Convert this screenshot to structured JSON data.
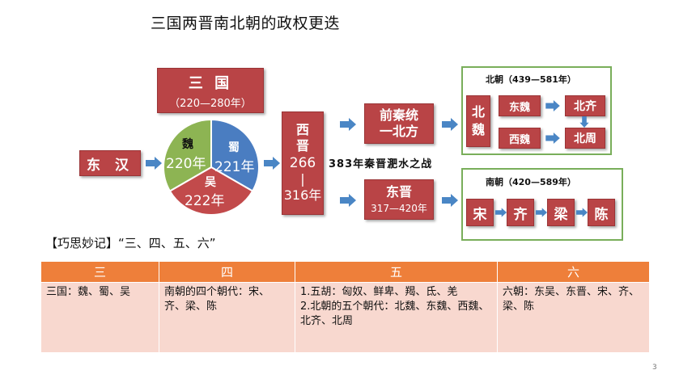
{
  "title": "三国两晋南北朝的政权更迭",
  "boxes": {
    "sanguo": {
      "name": "三 国",
      "years": "（220—280年）"
    },
    "donghan": "东 汉",
    "xijin": {
      "name1": "西",
      "name2": "晋",
      "start": "266",
      "sep": "|",
      "end": "316年"
    },
    "qianqin": {
      "line1": "前秦统",
      "line2": "一北方"
    },
    "dongjin": {
      "name": "东晋",
      "years": "317—420年"
    },
    "beiwei": {
      "line1": "北",
      "line2": "魏"
    },
    "dongwei": "东魏",
    "xiwei": "西魏",
    "beiqi": "北齐",
    "beizhou": "北周",
    "song": "宋",
    "qi": "齐",
    "liang": "梁",
    "chen": "陈"
  },
  "pie": {
    "wei": {
      "name": "魏",
      "year": "220年"
    },
    "shu": {
      "name": "蜀",
      "year": "221年"
    },
    "wu": {
      "name": "吴",
      "year": "222年"
    },
    "colors": {
      "wei": "#8db453",
      "shu": "#4a7dc1",
      "wu": "#c24a4b"
    }
  },
  "panels": {
    "north": "北朝（439—581年）",
    "south": "南朝（420—589年）"
  },
  "battle_note": "383年秦晋淝水之战",
  "mnemonic": "【巧思妙记】“三、四、五、六”",
  "table": {
    "headers": [
      "三",
      "四",
      "五",
      "六"
    ],
    "cells": {
      "c1": "三国：魏、蜀、吴",
      "c2": "南朝的四个朝代：宋、齐、梁、陈",
      "c3a": "1.五胡：匈奴、鲜卑、羯、氐、羌",
      "c3b": "2.北朝的五个朝代：北魏、东魏、西魏、北齐、北周",
      "c4": "六朝：东吴、东晋、宋、齐、梁、陈"
    }
  },
  "page_number": "3",
  "colors": {
    "box_red": "#b94446",
    "arrow_blue": "#4a86c5",
    "panel_green": "#79ae5a",
    "header_orange": "#ee7f3a",
    "cell_pink": "#f8d8cf"
  }
}
